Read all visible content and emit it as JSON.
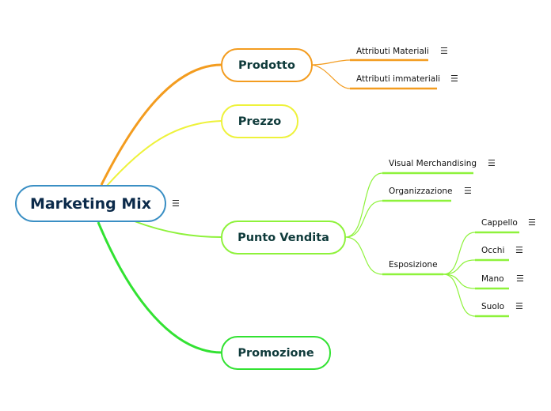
{
  "colors": {
    "root_border": "#3a8fc4",
    "prodotto": "#f39c1f",
    "prezzo": "#eef23b",
    "punto_vendita": "#8ef23b",
    "promozione": "#32e232"
  },
  "note_icon": "notes-icon",
  "note_glyph": "☰",
  "root": {
    "label": "Marketing Mix"
  },
  "branches": {
    "prodotto": {
      "label": "Prodotto",
      "children": [
        "Attributi Materiali",
        "Attributi immateriali"
      ]
    },
    "prezzo": {
      "label": "Prezzo"
    },
    "punto_vendita": {
      "label": "Punto Vendita",
      "children": [
        "Visual Merchandising",
        "Organizzazione",
        "Esposizione"
      ],
      "esposizione_children": [
        "Cappello",
        "Occhi",
        "Mano",
        "Suolo"
      ]
    },
    "promozione": {
      "label": "Promozione"
    }
  }
}
